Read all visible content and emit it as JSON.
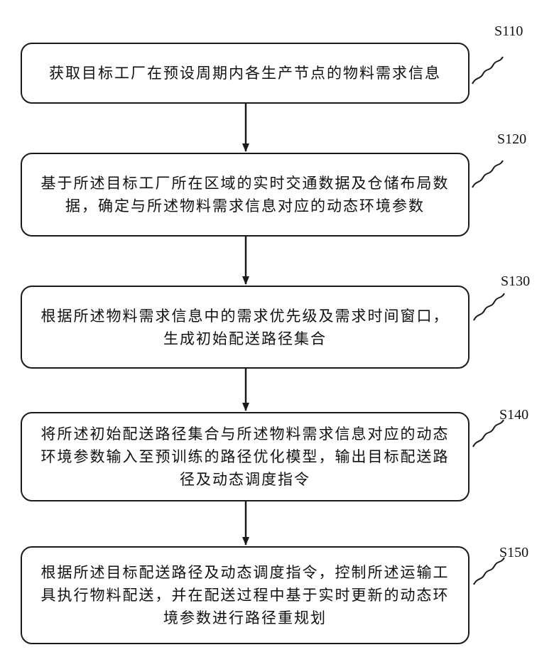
{
  "steps": [
    {
      "id": "S110",
      "text": "获取目标工厂在预设周期内各生产节点的物料需求信息"
    },
    {
      "id": "S120",
      "text": "基于所述目标工厂所在区域的实时交通数据及仓储布局数\n据，确定与所述物料需求信息对应的动态环境参数"
    },
    {
      "id": "S130",
      "text": "根据所述物料需求信息中的需求优先级及需求时间窗口，\n生成初始配送路径集合"
    },
    {
      "id": "S140",
      "text": "将所述初始配送路径集合与所述物料需求信息对应的动态\n环境参数输入至预训练的路径优化模型，输出目标配送路\n径及动态调度指令"
    },
    {
      "id": "S150",
      "text": "根据所述目标配送路径及动态调度指令，控制所述运输工\n具执行物料配送，并在配送过程中基于实时更新的动态环\n境参数进行路径重规划"
    }
  ]
}
